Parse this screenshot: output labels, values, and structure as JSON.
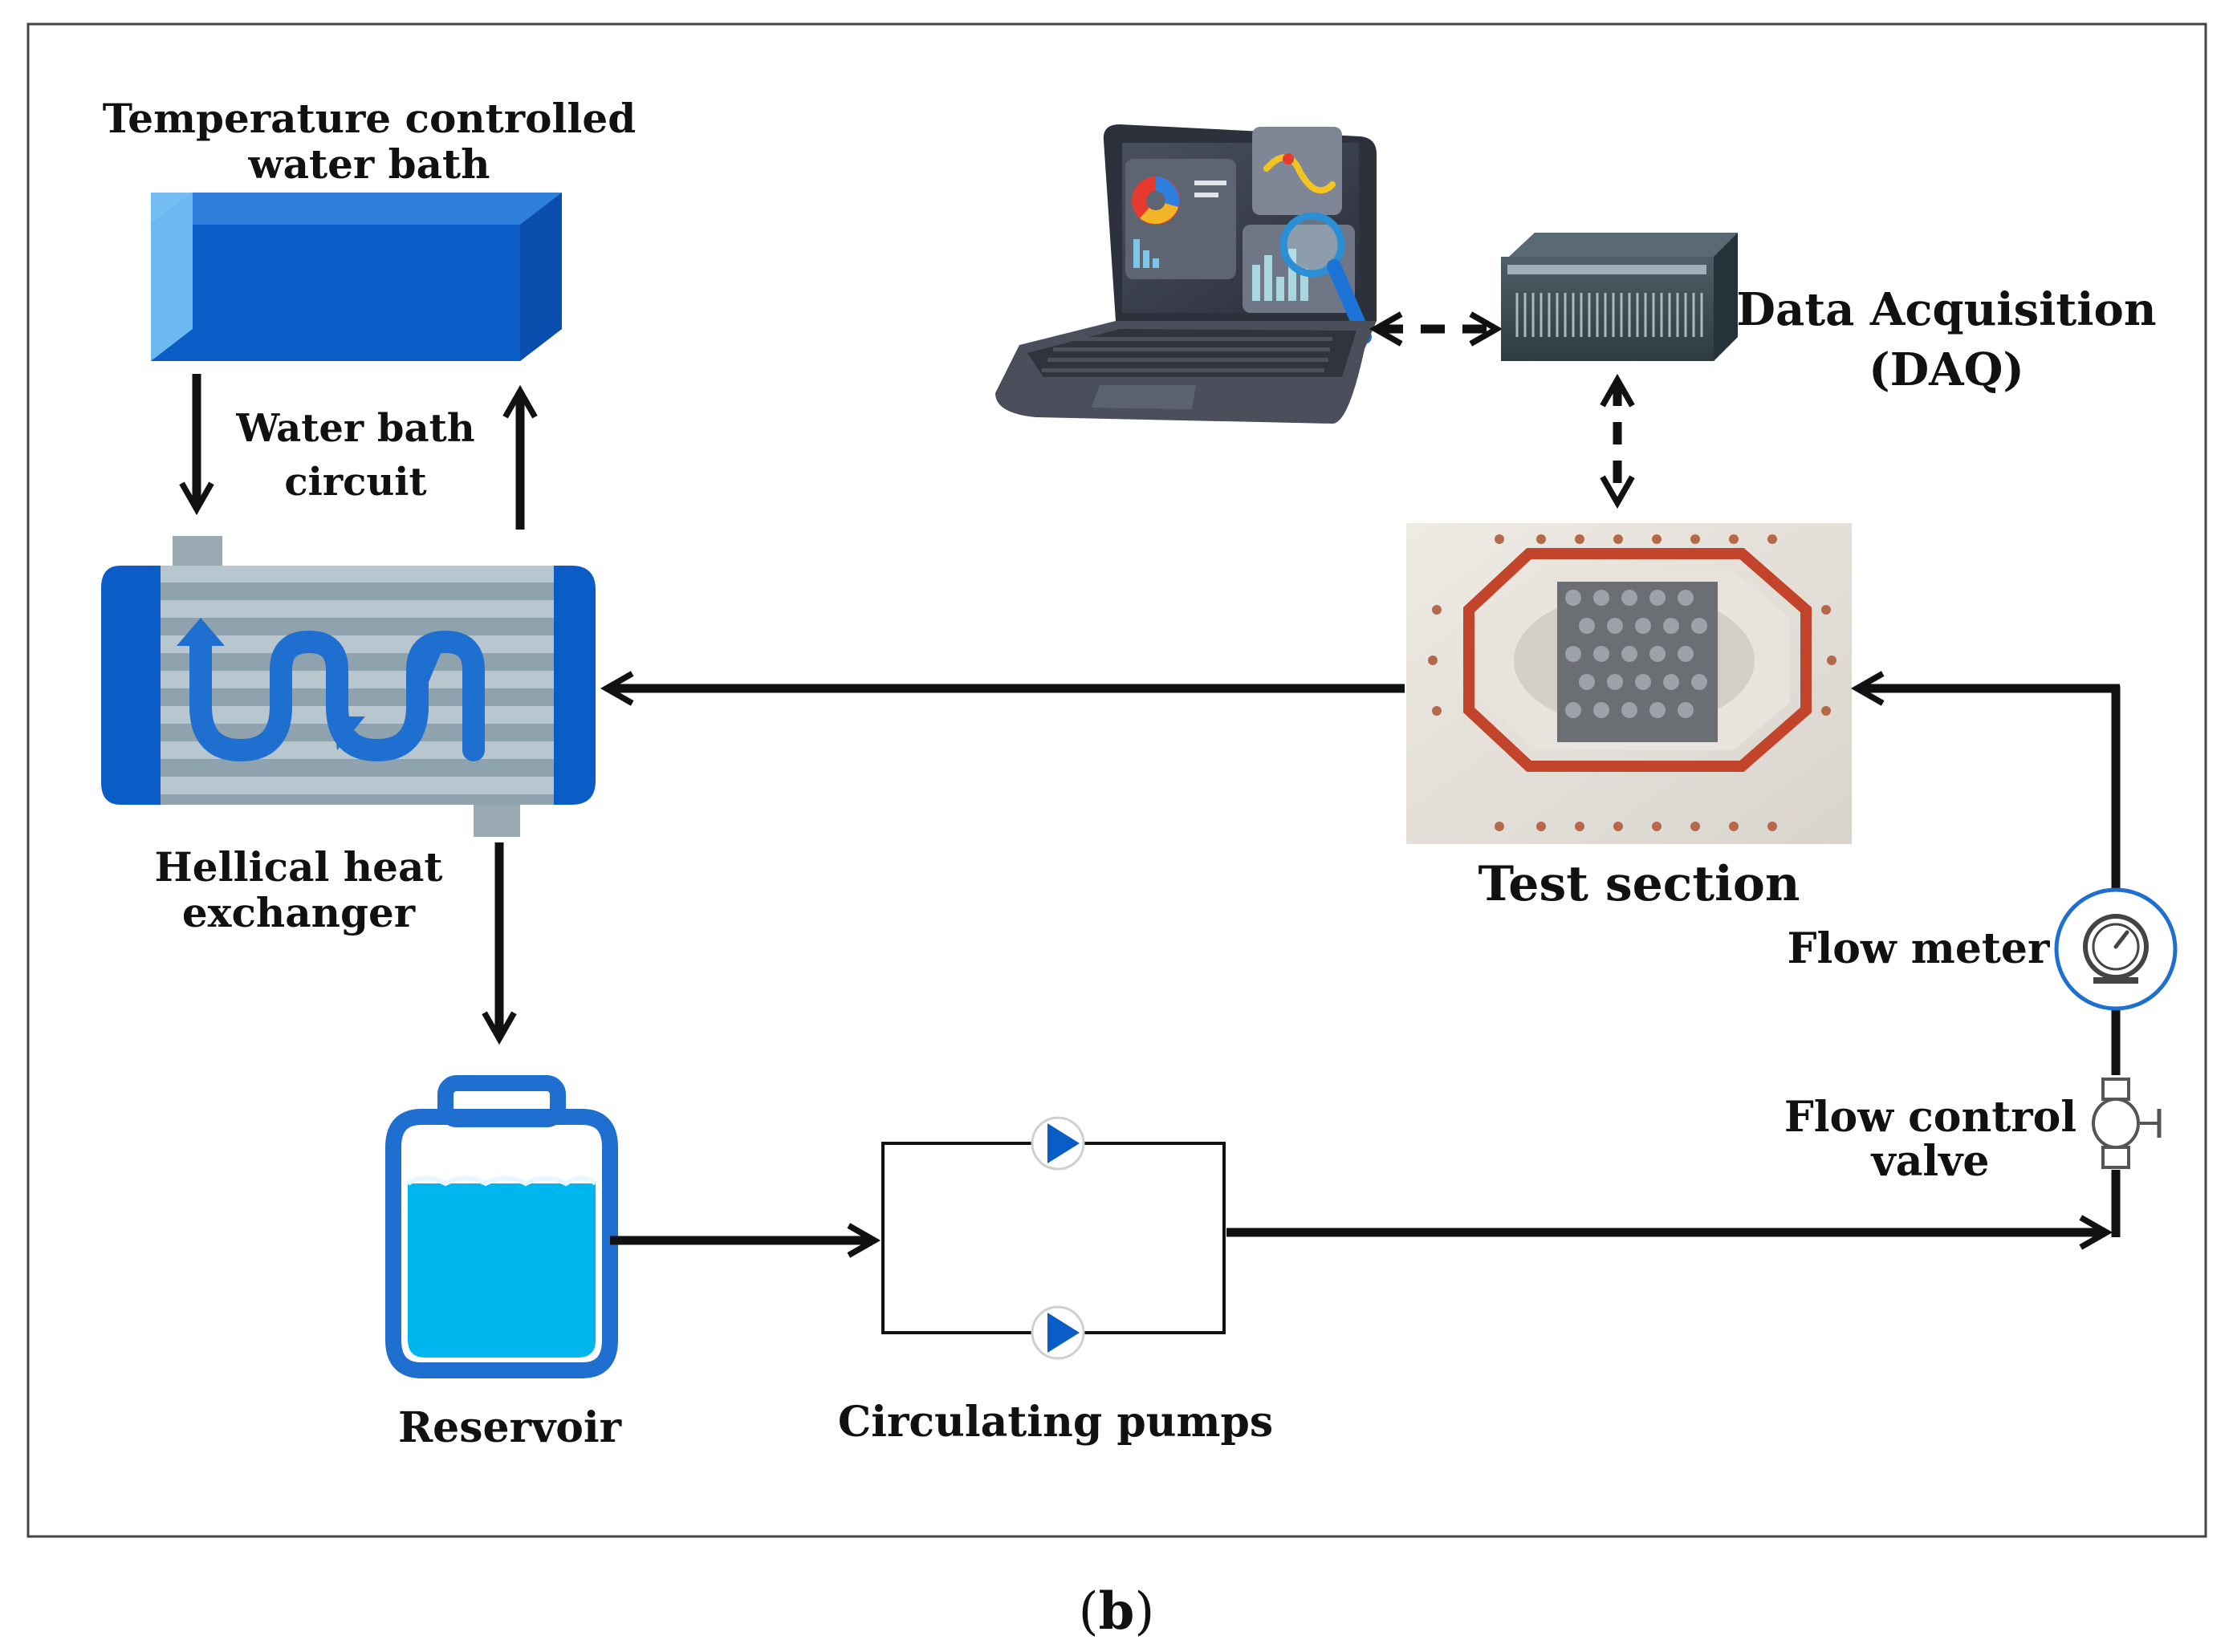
{
  "labels": {
    "water_bath_line1": "Temperature controlled",
    "water_bath_line2": "water bath",
    "water_bath_circuit_line1": "Water bath",
    "water_bath_circuit_line2": "circuit",
    "heat_exchanger_line1": "Hellical heat",
    "heat_exchanger_line2": "exchanger",
    "daq_line1": "Data Acquisition",
    "daq_line2": "(DAQ)",
    "test_section": "Test section",
    "flow_meter": "Flow meter",
    "flow_control_line1": "Flow control",
    "flow_control_line2": "valve",
    "reservoir": "Reservoir",
    "circulating_pumps": "Circulating pumps"
  },
  "caption": {
    "open": "(",
    "letter": "b",
    "close": ")"
  },
  "colors": {
    "line": "#111111",
    "blue_dark": "#0a5cc7",
    "blue_mid": "#1e73d6",
    "blue_light": "#5fb0ee",
    "water": "#00b6ef",
    "hx_stripe_light": "#b8c7cf",
    "hx_stripe_dark": "#8fa3ae",
    "gasket": "#c2452b"
  }
}
